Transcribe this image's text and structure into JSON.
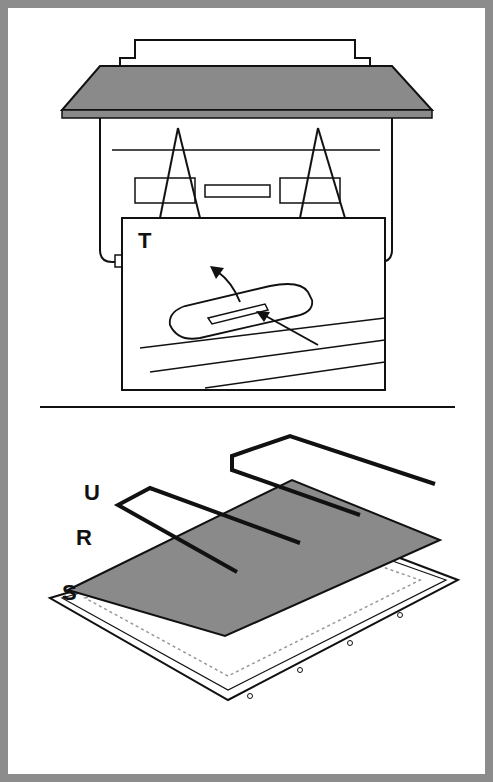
{
  "diagram": {
    "labels": [
      "T",
      "U",
      "R",
      "S"
    ]
  }
}
